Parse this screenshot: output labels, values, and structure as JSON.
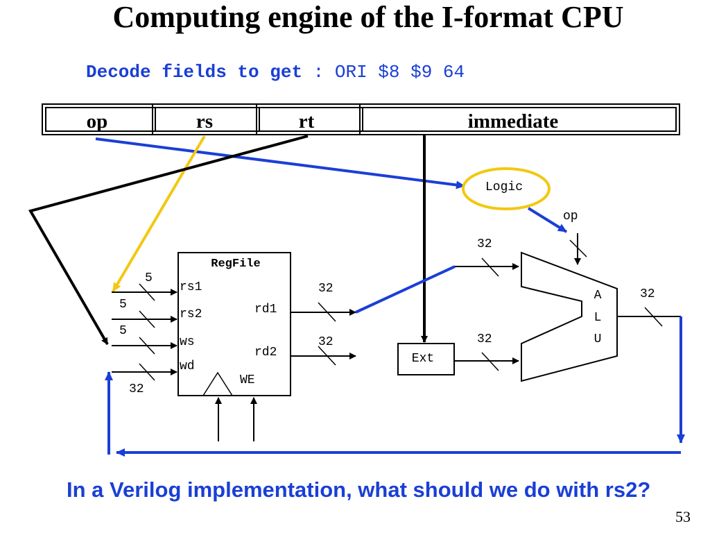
{
  "title": "Computing engine of the I-format CPU",
  "decode": {
    "label": "Decode fields to get",
    "colon": ":",
    "instr": "ORI $8 $9 64"
  },
  "fields": {
    "op": "op",
    "rs": "rs",
    "rt": "rt",
    "imm": "immediate"
  },
  "logic": "Logic",
  "regfile": {
    "title": "RegFile",
    "rs1": "rs1",
    "rs2": "rs2",
    "ws": "ws",
    "wd": "wd",
    "rd1": "rd1",
    "rd2": "rd2",
    "we": "WE"
  },
  "ext": "Ext",
  "alu": {
    "a": "A",
    "l": "L",
    "u": "U",
    "op": "op"
  },
  "widths": {
    "rs1": "5",
    "rs2": "5",
    "ws": "5",
    "wd": "32",
    "rd1": "32",
    "rd2": "32",
    "alu_in_top": "32",
    "alu_in_bot": "32",
    "alu_out": "32"
  },
  "question": "In a Verilog implementation, what should we do with rs2?",
  "page_number": "53",
  "colors": {
    "blue": "#1a3fd6",
    "yellow": "#f2c811",
    "black": "#000000"
  }
}
